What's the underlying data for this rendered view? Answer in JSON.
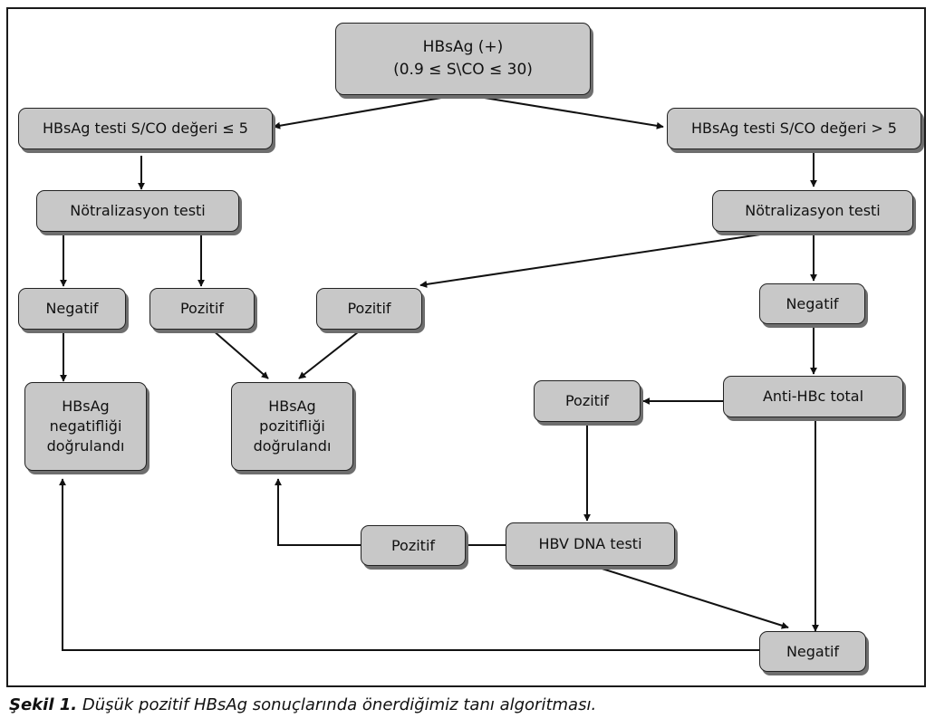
{
  "nodes": {
    "top": "HBsAg  (+)\n(0.9 ≤ S\\CO ≤ 30)",
    "left_ratio": "HBsAg testi S/CO değeri ≤ 5",
    "right_ratio": "HBsAg testi S/CO değeri > 5",
    "left_neutral": "Nötralizasyon testi",
    "right_neutral": "Nötralizasyon testi",
    "left_negative": "Negatif",
    "left_positive": "Pozitif",
    "mid_positive": "Pozitif",
    "right_negative": "Negatif",
    "confirmed_negative": "HBsAg\nnegatifliği\ndoğrulandı",
    "confirmed_positive": "HBsAg\npozitifliği\ndoğrulandı",
    "anti_hbc_positive": "Pozitif",
    "anti_hbc": "Anti-HBc total",
    "hbv_dna": "HBV DNA testi",
    "dna_positive": "Pozitif",
    "bottom_negative": "Negatif"
  },
  "caption": {
    "number": "Şekil 1.",
    "text": " Düşük pozitif HBsAg sonuçlarında önerdiğimiz tanı algoritması."
  }
}
